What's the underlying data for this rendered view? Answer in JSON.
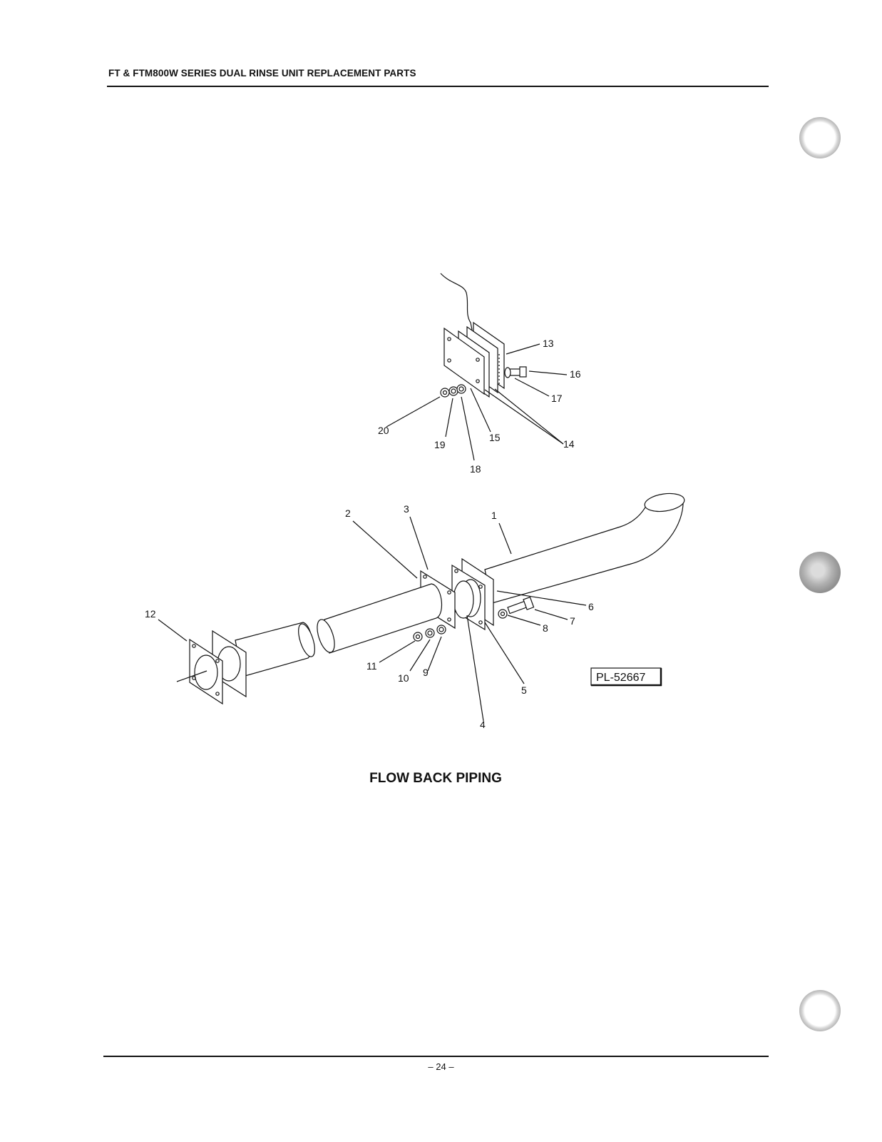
{
  "header": {
    "title": "FT & FTM800W SERIES DUAL RINSE UNIT REPLACEMENT PARTS"
  },
  "diagram": {
    "caption": "FLOW BACK PIPING",
    "plate_number": "PL-52667",
    "callouts": [
      "1",
      "2",
      "3",
      "4",
      "5",
      "6",
      "7",
      "8",
      "9",
      "10",
      "11",
      "12",
      "13",
      "14",
      "15",
      "16",
      "17",
      "18",
      "19",
      "20"
    ]
  },
  "footer": {
    "page_number": "– 24 –"
  }
}
